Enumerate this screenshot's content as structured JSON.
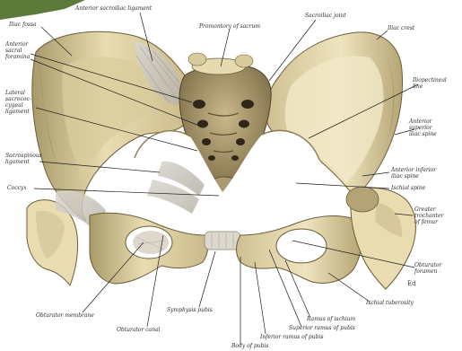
{
  "labels": {
    "anterior_sacroiliac_ligament": "Anterior sacroiliac ligament",
    "iliac_fossa": "Iliac fossa",
    "promontory_of_sacrum": "Promontory of sacrum",
    "sacroiliac_joint": "Sacroiliac joint",
    "iliac_crest": "Iliac crest",
    "anterior_sacral_foramina": "Anterior\nsacral\nforamina",
    "iliopectineal_line": "Iliopectineal\nline",
    "lateral_sacrococcygeal_ligament": "Lateral\nsacrococ-\ncygeal\nligament",
    "anterior_superior_iliac_spine": "Anterior\nsuperior\niliac spine",
    "sacrospinous_ligament": "Sacrospinous\nligament",
    "coccyx": "Coccyx",
    "anterior_inferior_iliac_spine": "Anterior inferior\niliac spine",
    "ischial_spine": "Ischial spine",
    "greater_trochanter_of_femur": "Greater\ntrochanter\nof femur",
    "obturator_foramen": "Obturator\nforamen",
    "ischial_tuberosity": "Ischial tuberosity",
    "obturator_membrane": "Obturator membrane",
    "obturator_canal": "Obturator canal",
    "symphysis_pubis": "Symphysis pubis",
    "ramus_of_ischium": "Ramus of ischium",
    "superior_ramus_of_pubis": "Superior ramus of pubis",
    "inferior_ramus_of_pubis": "Inferior ramus of pubis",
    "body_of_pubis": "Body of pubis",
    "corner_mark": "Ed"
  }
}
